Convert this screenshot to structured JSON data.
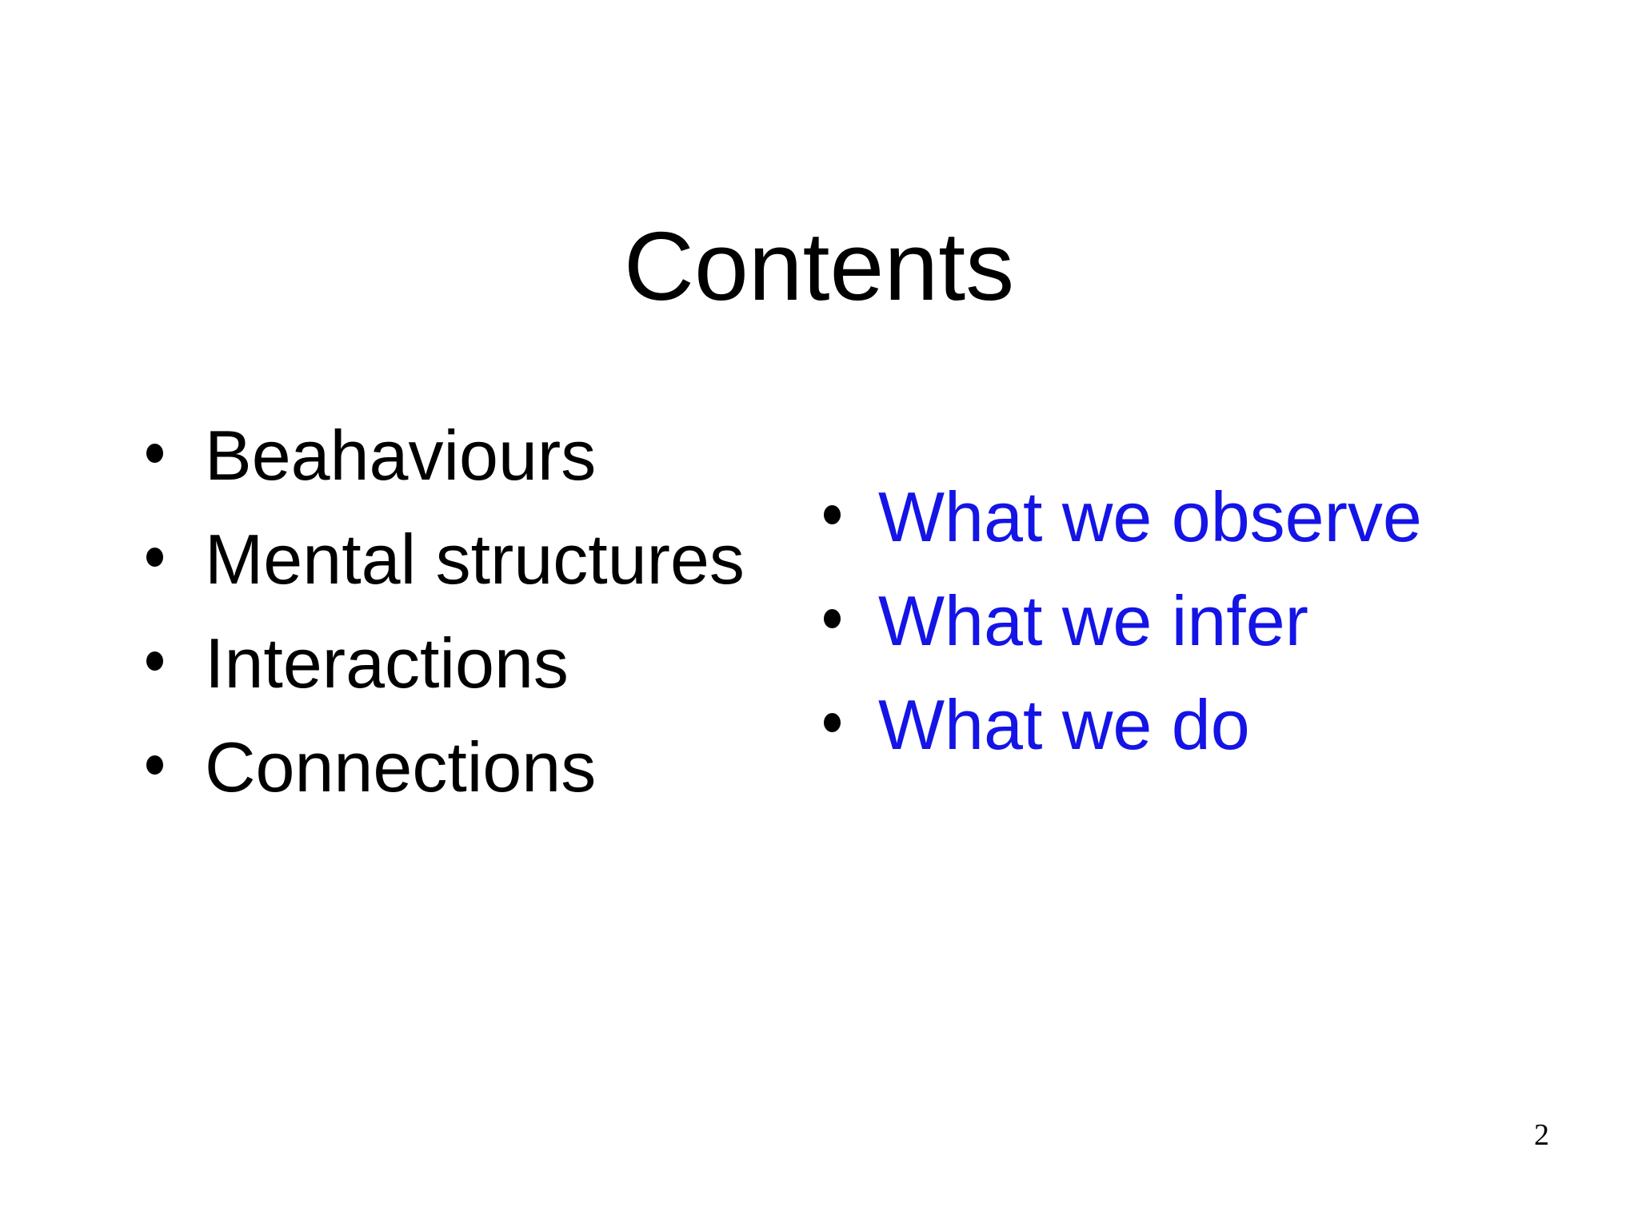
{
  "slide": {
    "title": "Contents",
    "page_number": "2",
    "left_list": {
      "items": [
        {
          "label": "Beahaviours"
        },
        {
          "label": "Mental structures"
        },
        {
          "label": "Interactions"
        },
        {
          "label": "Connections"
        }
      ]
    },
    "right_list": {
      "items": [
        {
          "label": "What we observe"
        },
        {
          "label": "What we infer"
        },
        {
          "label": "What we do"
        }
      ]
    },
    "colors": {
      "background": "#ffffff",
      "text": "#000000",
      "accent_blue": "#1414e6"
    }
  }
}
